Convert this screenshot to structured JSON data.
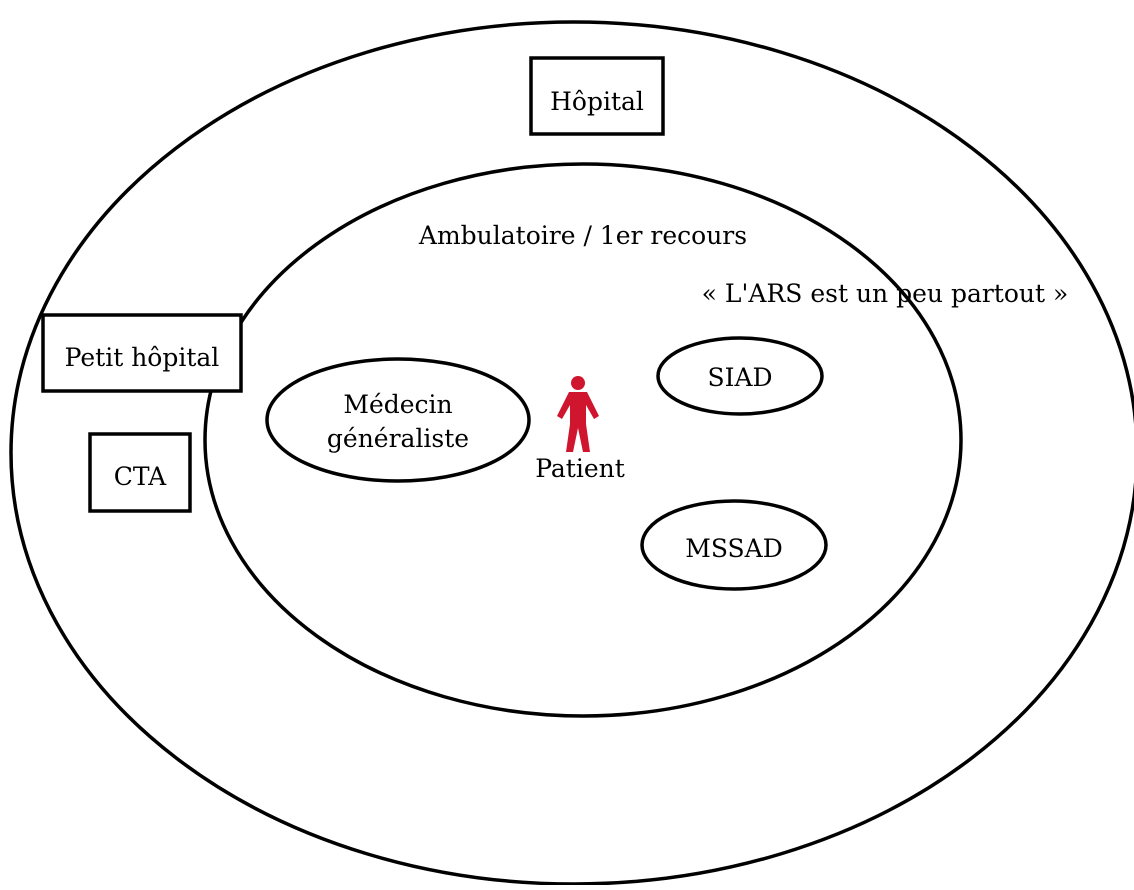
{
  "zones": {
    "outer": {
      "label": ""
    },
    "inner": {
      "label": "Ambulatoire / 1er recours"
    }
  },
  "note": "« L'ARS est un peu partout »",
  "boxes": {
    "hopital": "Hôpital",
    "petit_hopital": "Petit hôpital",
    "cta": "CTA"
  },
  "ovals": {
    "medecin_line1": "Médecin",
    "medecin_line2": "généraliste",
    "siad": "SIAD",
    "mssad": "MSSAD"
  },
  "patient": {
    "label": "Patient",
    "icon": "person-icon",
    "color": "#d0152f"
  }
}
